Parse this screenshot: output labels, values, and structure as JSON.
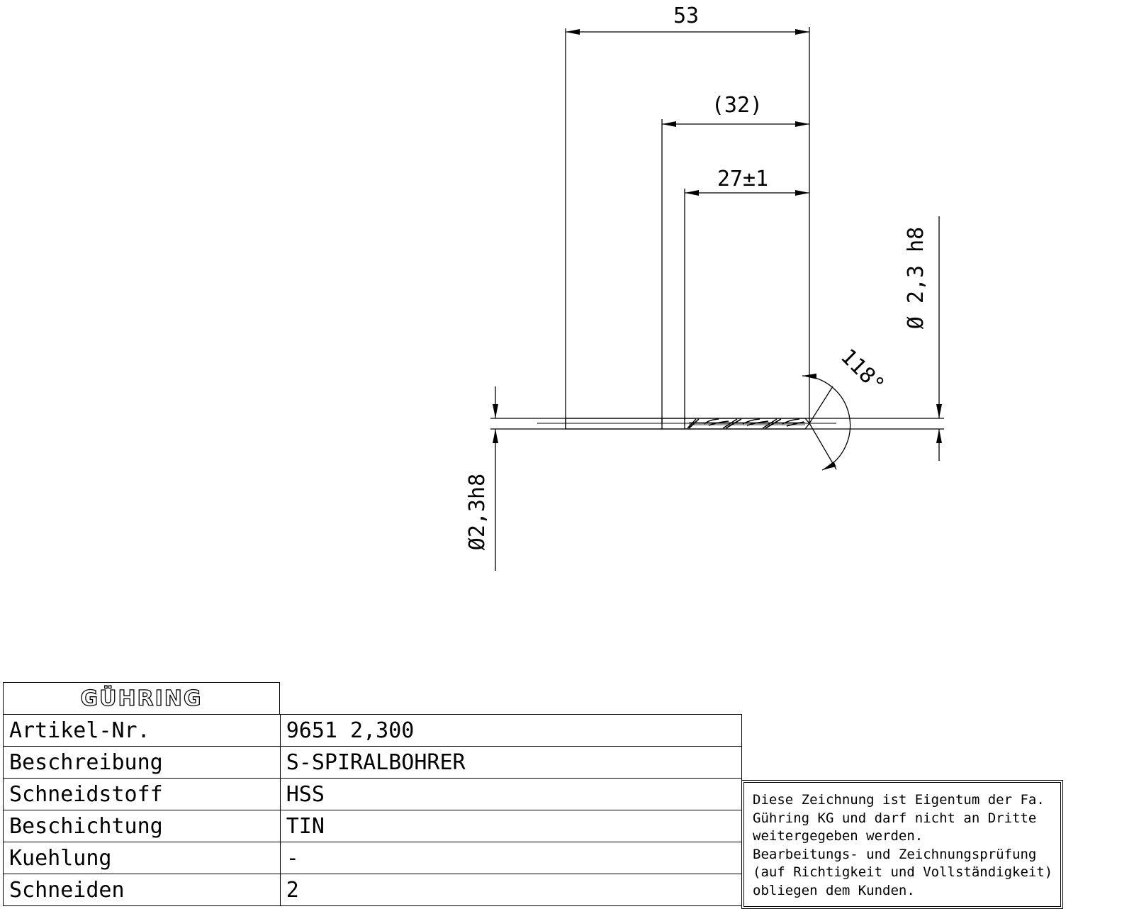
{
  "dimensions": {
    "overall_length": "53",
    "flute_length": "(32)",
    "cutting_length": "27±1",
    "diameter_right": "Ø 2,3 h8",
    "diameter_left": "Ø2,3h8",
    "point_angle": "118°"
  },
  "title_block": {
    "logo": "GÜHRING",
    "rows": [
      {
        "label": "Artikel-Nr.",
        "value": "9651 2,300"
      },
      {
        "label": "Beschreibung",
        "value": "S-SPIRALBOHRER"
      },
      {
        "label": "Schneidstoff",
        "value": "HSS"
      },
      {
        "label": "Beschichtung",
        "value": "TIN"
      },
      {
        "label": "Kuehlung",
        "value": "-"
      },
      {
        "label": "Schneiden",
        "value": "2"
      }
    ]
  },
  "notice": {
    "lines": [
      "Diese Zeichnung ist Eigentum der Fa.",
      "Gühring KG und darf nicht an Dritte",
      "weitergegeben werden.",
      "Bearbeitungs- und Zeichnungsprüfung",
      "(auf Richtigkeit und Vollständigkeit)",
      "obliegen dem Kunden."
    ]
  }
}
